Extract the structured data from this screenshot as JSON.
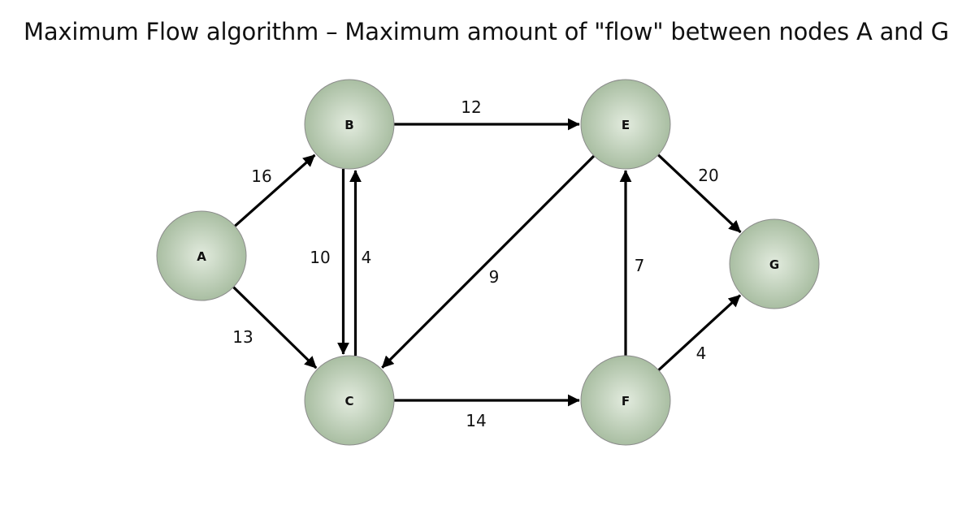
{
  "title": "Maximum Flow algorithm – Maximum amount of \"flow\" between nodes A and G",
  "colors": {
    "node_fill_center": "#e2ebde",
    "node_fill_edge": "#a9bea2",
    "node_stroke": "#8c8c8c",
    "edge": "#000000"
  },
  "nodes": [
    {
      "id": "A",
      "label": "A"
    },
    {
      "id": "B",
      "label": "B"
    },
    {
      "id": "C",
      "label": "C"
    },
    {
      "id": "E",
      "label": "E"
    },
    {
      "id": "F",
      "label": "F"
    },
    {
      "id": "G",
      "label": "G"
    }
  ],
  "edges": [
    {
      "from": "A",
      "to": "B",
      "capacity": "16"
    },
    {
      "from": "A",
      "to": "C",
      "capacity": "13"
    },
    {
      "from": "B",
      "to": "C",
      "capacity": "10"
    },
    {
      "from": "C",
      "to": "B",
      "capacity": "4"
    },
    {
      "from": "B",
      "to": "E",
      "capacity": "12"
    },
    {
      "from": "E",
      "to": "C",
      "capacity": "9"
    },
    {
      "from": "C",
      "to": "F",
      "capacity": "14"
    },
    {
      "from": "F",
      "to": "E",
      "capacity": "7"
    },
    {
      "from": "E",
      "to": "G",
      "capacity": "20"
    },
    {
      "from": "F",
      "to": "G",
      "capacity": "4"
    }
  ]
}
